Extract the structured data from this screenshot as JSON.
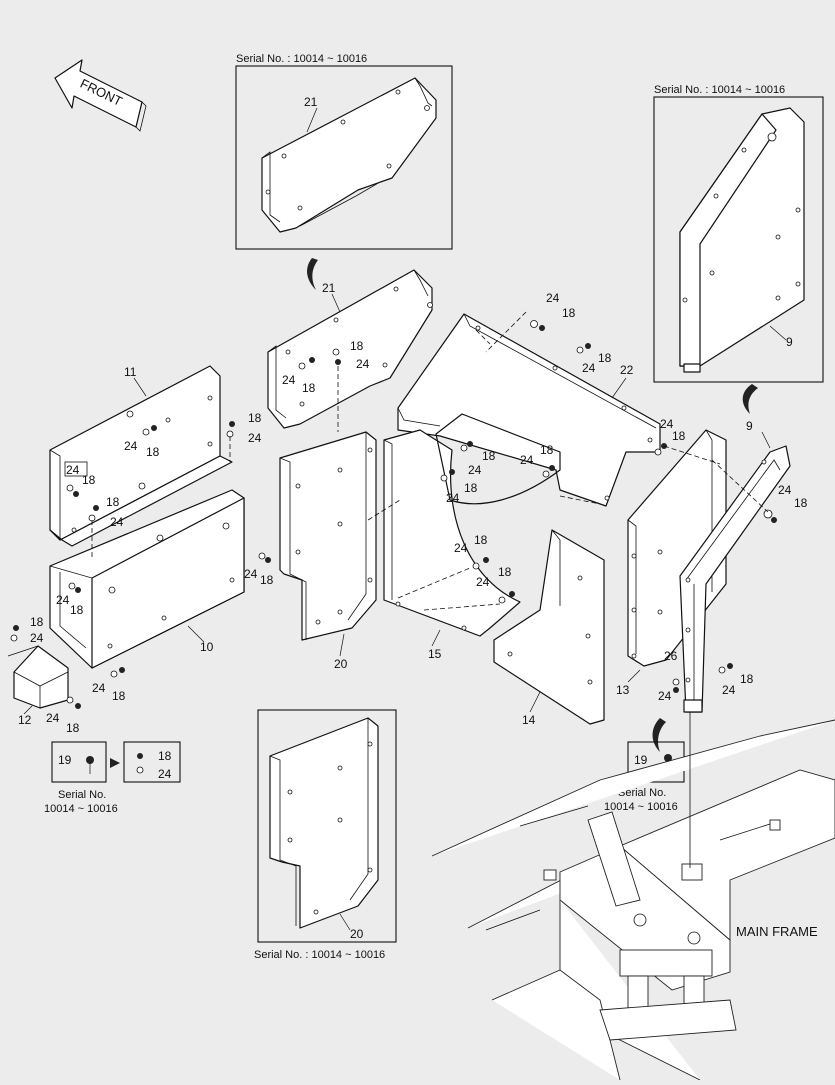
{
  "diagram": {
    "front_label": "FRONT",
    "main_frame_label": "MAIN FRAME",
    "serial_boxes": {
      "top_center": "Serial No. : 10014 ~ 10016",
      "top_right": "Serial No. : 10014 ~ 10016",
      "bottom_center": "Serial No. : 10014 ~ 10016"
    },
    "callouts": {
      "left": {
        "bolt": "19",
        "arrow_to_bolt": "18",
        "arrow_to_washer": "24",
        "serial_line1": "Serial No.",
        "serial_line2": "10014 ~ 10016"
      },
      "right": {
        "bolt": "19",
        "serial_line1": "Serial No.",
        "serial_line2": "10014 ~ 10016"
      }
    },
    "part_numbers": {
      "p9": "9",
      "p10": "10",
      "p11": "11",
      "p12": "12",
      "p13": "13",
      "p14": "14",
      "p15": "15",
      "p18": "18",
      "p19": "19",
      "p20": "20",
      "p21": "21",
      "p22": "22",
      "p24": "24",
      "p26": "26"
    }
  }
}
